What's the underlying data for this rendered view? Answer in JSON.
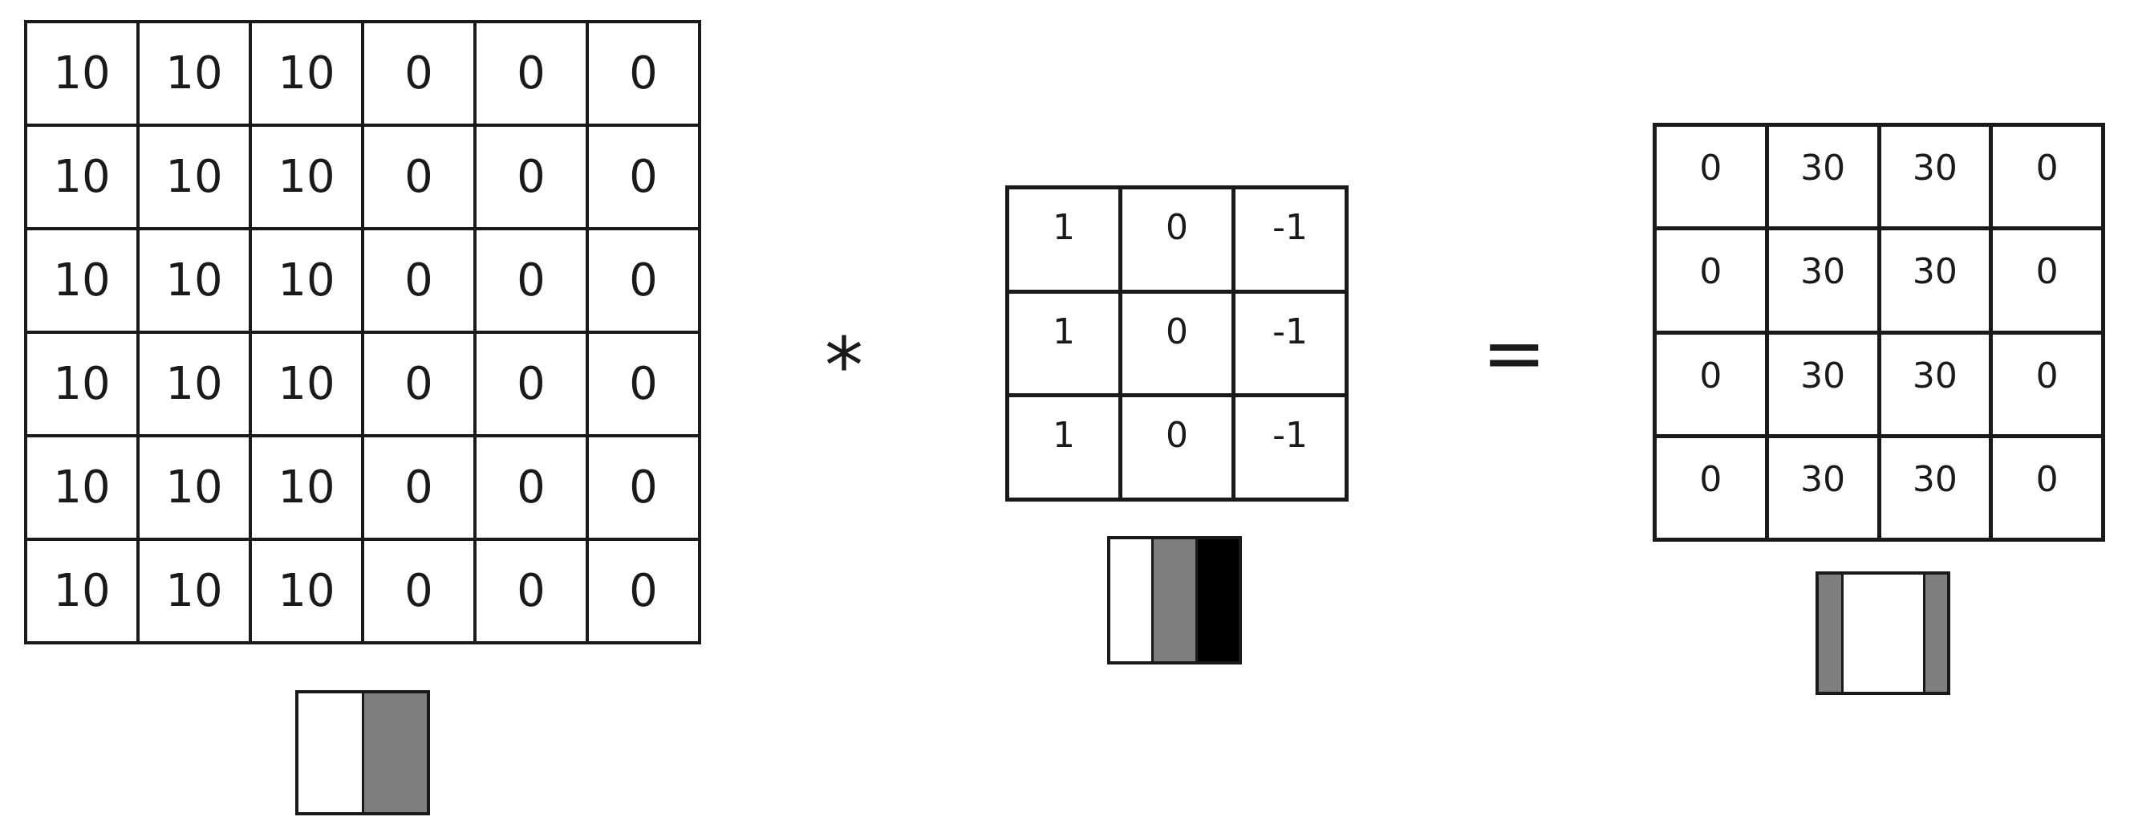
{
  "input_matrix": {
    "rows": [
      [
        "10",
        "10",
        "10",
        "0",
        "0",
        "0"
      ],
      [
        "10",
        "10",
        "10",
        "0",
        "0",
        "0"
      ],
      [
        "10",
        "10",
        "10",
        "0",
        "0",
        "0"
      ],
      [
        "10",
        "10",
        "10",
        "0",
        "0",
        "0"
      ],
      [
        "10",
        "10",
        "10",
        "0",
        "0",
        "0"
      ],
      [
        "10",
        "10",
        "10",
        "0",
        "0",
        "0"
      ]
    ]
  },
  "multiply_operator": "*",
  "filter_matrix": {
    "rows": [
      [
        "1",
        "0",
        "-1"
      ],
      [
        "1",
        "0",
        "-1"
      ],
      [
        "1",
        "0",
        "-1"
      ]
    ]
  },
  "equals_operator": "=",
  "output_matrix": {
    "rows": [
      [
        "0",
        "30",
        "30",
        "0"
      ],
      [
        "0",
        "30",
        "30",
        "0"
      ],
      [
        "0",
        "30",
        "30",
        "0"
      ],
      [
        "0",
        "30",
        "30",
        "0"
      ]
    ]
  },
  "swatches": {
    "input": [
      {
        "color": "#ffffff",
        "share": 1
      },
      {
        "color": "#7f7f7f",
        "share": 1
      }
    ],
    "filter": [
      {
        "color": "#ffffff",
        "share": 1
      },
      {
        "color": "#7f7f7f",
        "share": 1
      },
      {
        "color": "#000000",
        "share": 1
      }
    ],
    "output": [
      {
        "color": "#7f7f7f",
        "share": 1
      },
      {
        "color": "#ffffff",
        "share": 3.6
      },
      {
        "color": "#7f7f7f",
        "share": 1
      }
    ]
  },
  "colors": {
    "line": "#1a1a1a",
    "gray": "#7f7f7f",
    "black": "#000000",
    "white": "#ffffff"
  }
}
